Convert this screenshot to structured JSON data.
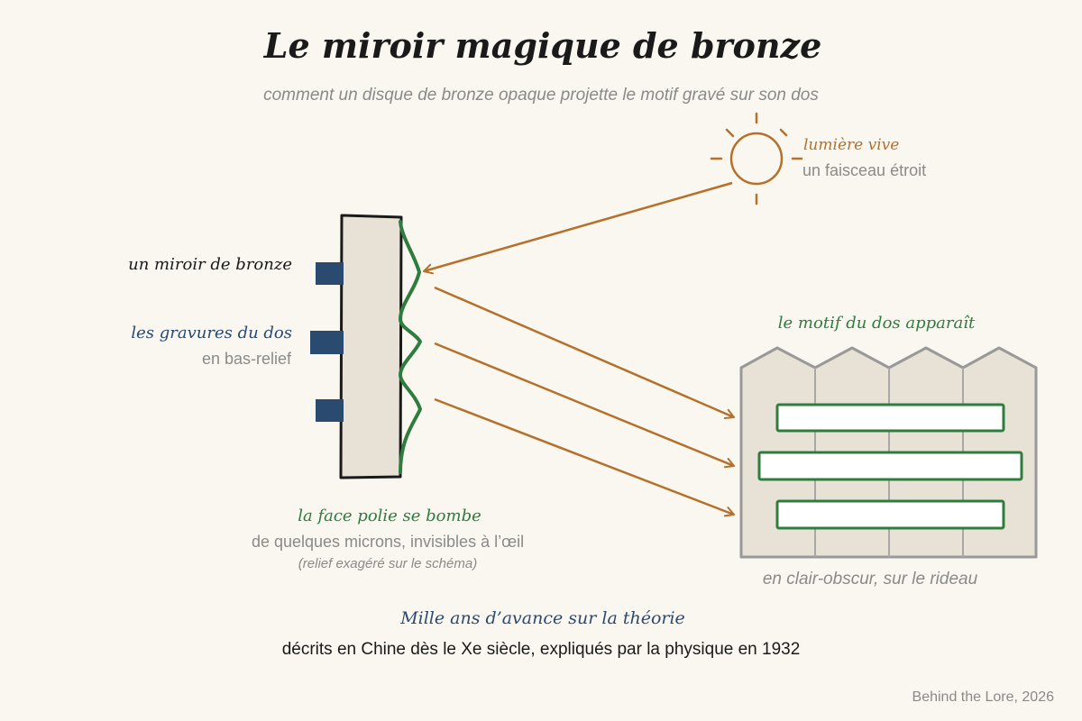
{
  "title": "Le miroir magique de bronze",
  "subtitle": "comment un disque de bronze opaque projette le motif gravé sur son dos",
  "light": {
    "label": "lumière vive",
    "sublabel": "un faisceau étroit"
  },
  "mirror": {
    "label": "un miroir de bronze",
    "engravings_label": "les gravures du dos",
    "engravings_sublabel": "en bas-relief",
    "face_label": "la face polie se bombe",
    "face_sublabel": "de quelques microns, invisibles à l’œil",
    "face_note": "(relief exagéré sur le schéma)"
  },
  "screen": {
    "label": "le motif du dos apparaît",
    "sublabel": "en clair-obscur, sur le rideau"
  },
  "footer": {
    "headline": "Mille ans d’avance sur la théorie",
    "text": "décrits en Chine dès le Xe siècle, expliqués par la physique en 1932"
  },
  "credit": "Behind the Lore, 2026",
  "colors": {
    "background": "#faf7f0",
    "bronze_light": "#b5702a",
    "relief_green": "#2e7d3e",
    "engraving_blue": "#2b4a6f",
    "mirror_fill": "#e8e2d6",
    "muted_text": "#8a8a8a",
    "ink": "#1a1a1a",
    "screen_stroke": "#999999"
  }
}
